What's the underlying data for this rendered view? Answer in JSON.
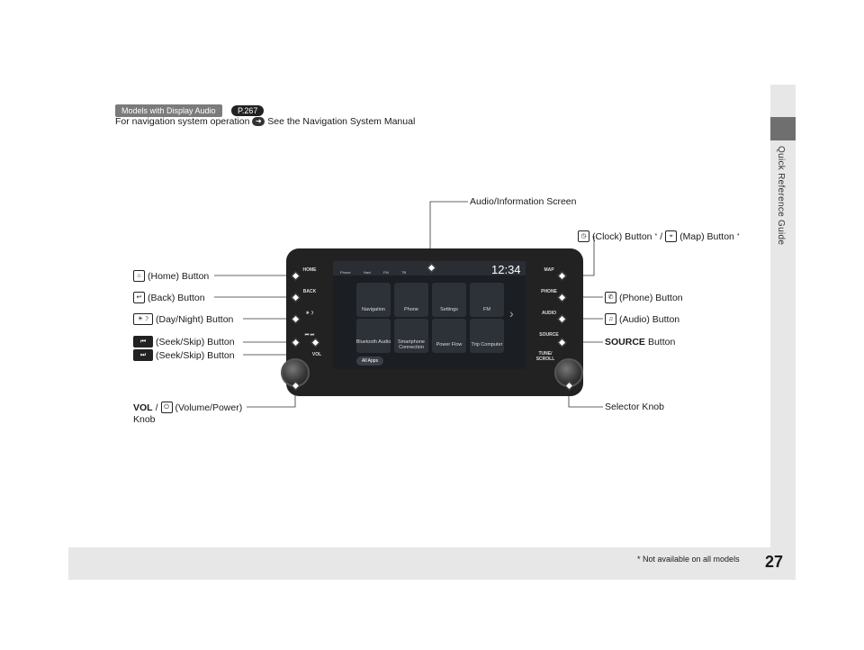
{
  "header": {
    "tag": "Models with Display Audio",
    "ref": "P.267",
    "nav_note": "For navigation system operation",
    "nav_note_ref": "See the Navigation System Manual"
  },
  "labels": {
    "screen": "Audio/Information Screen",
    "clock_map_a": "(Clock) Button",
    "clock_map_sep": "/",
    "clock_map_b": "(Map) Button",
    "star": "*",
    "home": "(Home) Button",
    "back": "(Back) Button",
    "daynight": "(Day/Night) Button",
    "seek1": "(Seek/Skip) Button",
    "seek2": "(Seek/Skip) Button",
    "phone": "(Phone) Button",
    "audio": "(Audio) Button",
    "source_bold": "SOURCE",
    "source_rest": "Button",
    "vol_bold": "VOL",
    "vol_rest": "(Volume/Power)",
    "vol_line2": "Knob",
    "selector": "Selector Knob"
  },
  "device": {
    "left_buttons": [
      "HOME",
      "BACK",
      "☀☽",
      "⏮ ⏭",
      "VOL"
    ],
    "right_buttons": [
      "MAP",
      "PHONE",
      "AUDIO",
      "SOURCE",
      "TUNE/ SCROLL"
    ],
    "status_icons": [
      "Phone",
      "Navi",
      "FM",
      "TB"
    ],
    "clock": "12:34",
    "tiles": [
      "Navigation",
      "Phone",
      "Settings",
      "FM",
      "Bluetooth Audio",
      "Smartphone Connection",
      "Power Flow",
      "Trip Computer"
    ],
    "all_apps": "All Apps"
  },
  "sidebar": {
    "title": "Quick Reference Guide"
  },
  "footer": {
    "page": "27",
    "note": "* Not available on all models"
  }
}
